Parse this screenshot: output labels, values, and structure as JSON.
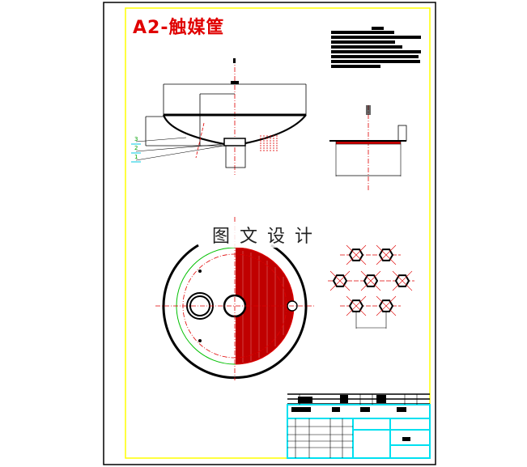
{
  "drawing": {
    "title": "A2-触媒筐",
    "watermark": "图文设计",
    "leaders": [
      "3",
      "2",
      "1"
    ],
    "colors": {
      "frame": "#000000",
      "border": "#ffff00",
      "title": "#e00000",
      "centerline": "#e00000",
      "hatch": "#e00000",
      "circle": "#00c000",
      "title_block": "#00e0f0"
    }
  }
}
